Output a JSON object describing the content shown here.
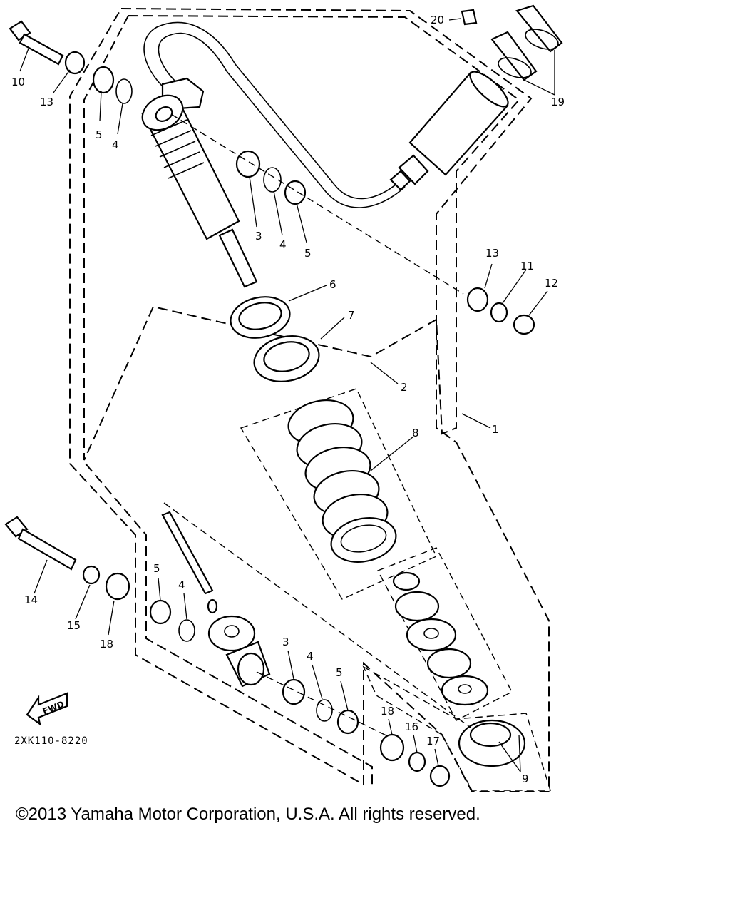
{
  "labels": {
    "part_1": "1",
    "part_2": "2",
    "part_3_upper": "3",
    "part_3_lower": "3",
    "part_4_upper_left": "4",
    "part_4_upper_mid": "4",
    "part_4_lower_left": "4",
    "part_4_lower_mid": "4",
    "part_5_upper_left": "5",
    "part_5_upper_mid": "5",
    "part_5_lower_left": "5",
    "part_5_lower_mid": "5",
    "part_6": "6",
    "part_7": "7",
    "part_8": "8",
    "part_9": "9",
    "part_10": "10",
    "part_11": "11",
    "part_12": "12",
    "part_13_upper_left": "13",
    "part_13_right": "13",
    "part_14": "14",
    "part_15": "15",
    "part_16": "16",
    "part_17": "17",
    "part_18_left": "18",
    "part_18_right": "18",
    "part_19": "19",
    "part_20": "20"
  },
  "fwd_label": "FWD",
  "diagram_code": "2XK110-8220",
  "copyright": "©2013 Yamaha Motor Corporation, U.S.A. All rights reserved."
}
